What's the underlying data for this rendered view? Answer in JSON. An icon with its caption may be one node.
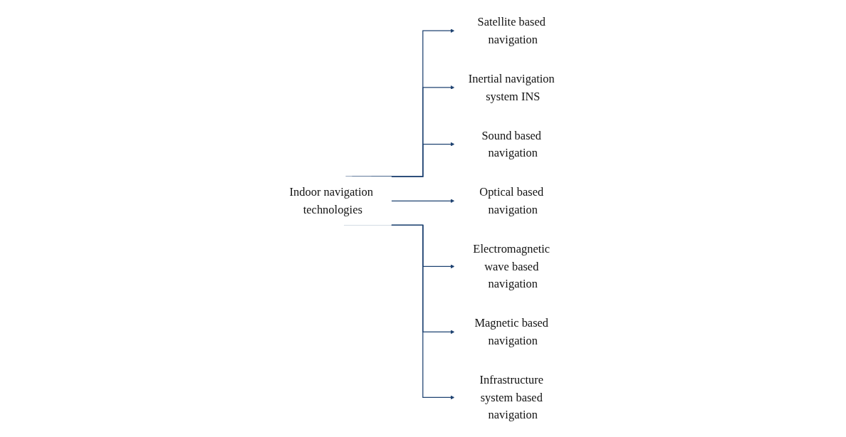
{
  "diagram": {
    "nodes": [
      {
        "text": [
          "Indoor navigation technologies"
        ]
      },
      {
        "text": [
          "Satellite based navigation"
        ]
      },
      {
        "text": [
          "Inertial navigation system INS"
        ]
      },
      {
        "text": [
          "Sound based navigation"
        ]
      },
      {
        "text": [
          "Optical based navigation"
        ]
      },
      {
        "text": [
          "Electromagnetic wave based navigation"
        ]
      },
      {
        "text": [
          "Magnetic based navigation"
        ]
      },
      {
        "text": [
          "Infrastructure system based navigation"
        ]
      }
    ],
    "edges": [
      {
        "from": 0,
        "to": 1,
        "arrow": "to"
      },
      {
        "from": 0,
        "to": 2,
        "arrow": "to"
      },
      {
        "from": 0,
        "to": 3,
        "arrow": "to"
      },
      {
        "from": 0,
        "to": 4,
        "arrow": "to"
      },
      {
        "from": 0,
        "to": 5,
        "arrow": "to"
      },
      {
        "from": 0,
        "to": 6,
        "arrow": "to"
      },
      {
        "from": 0,
        "to": 7,
        "arrow": "to"
      }
    ]
  }
}
